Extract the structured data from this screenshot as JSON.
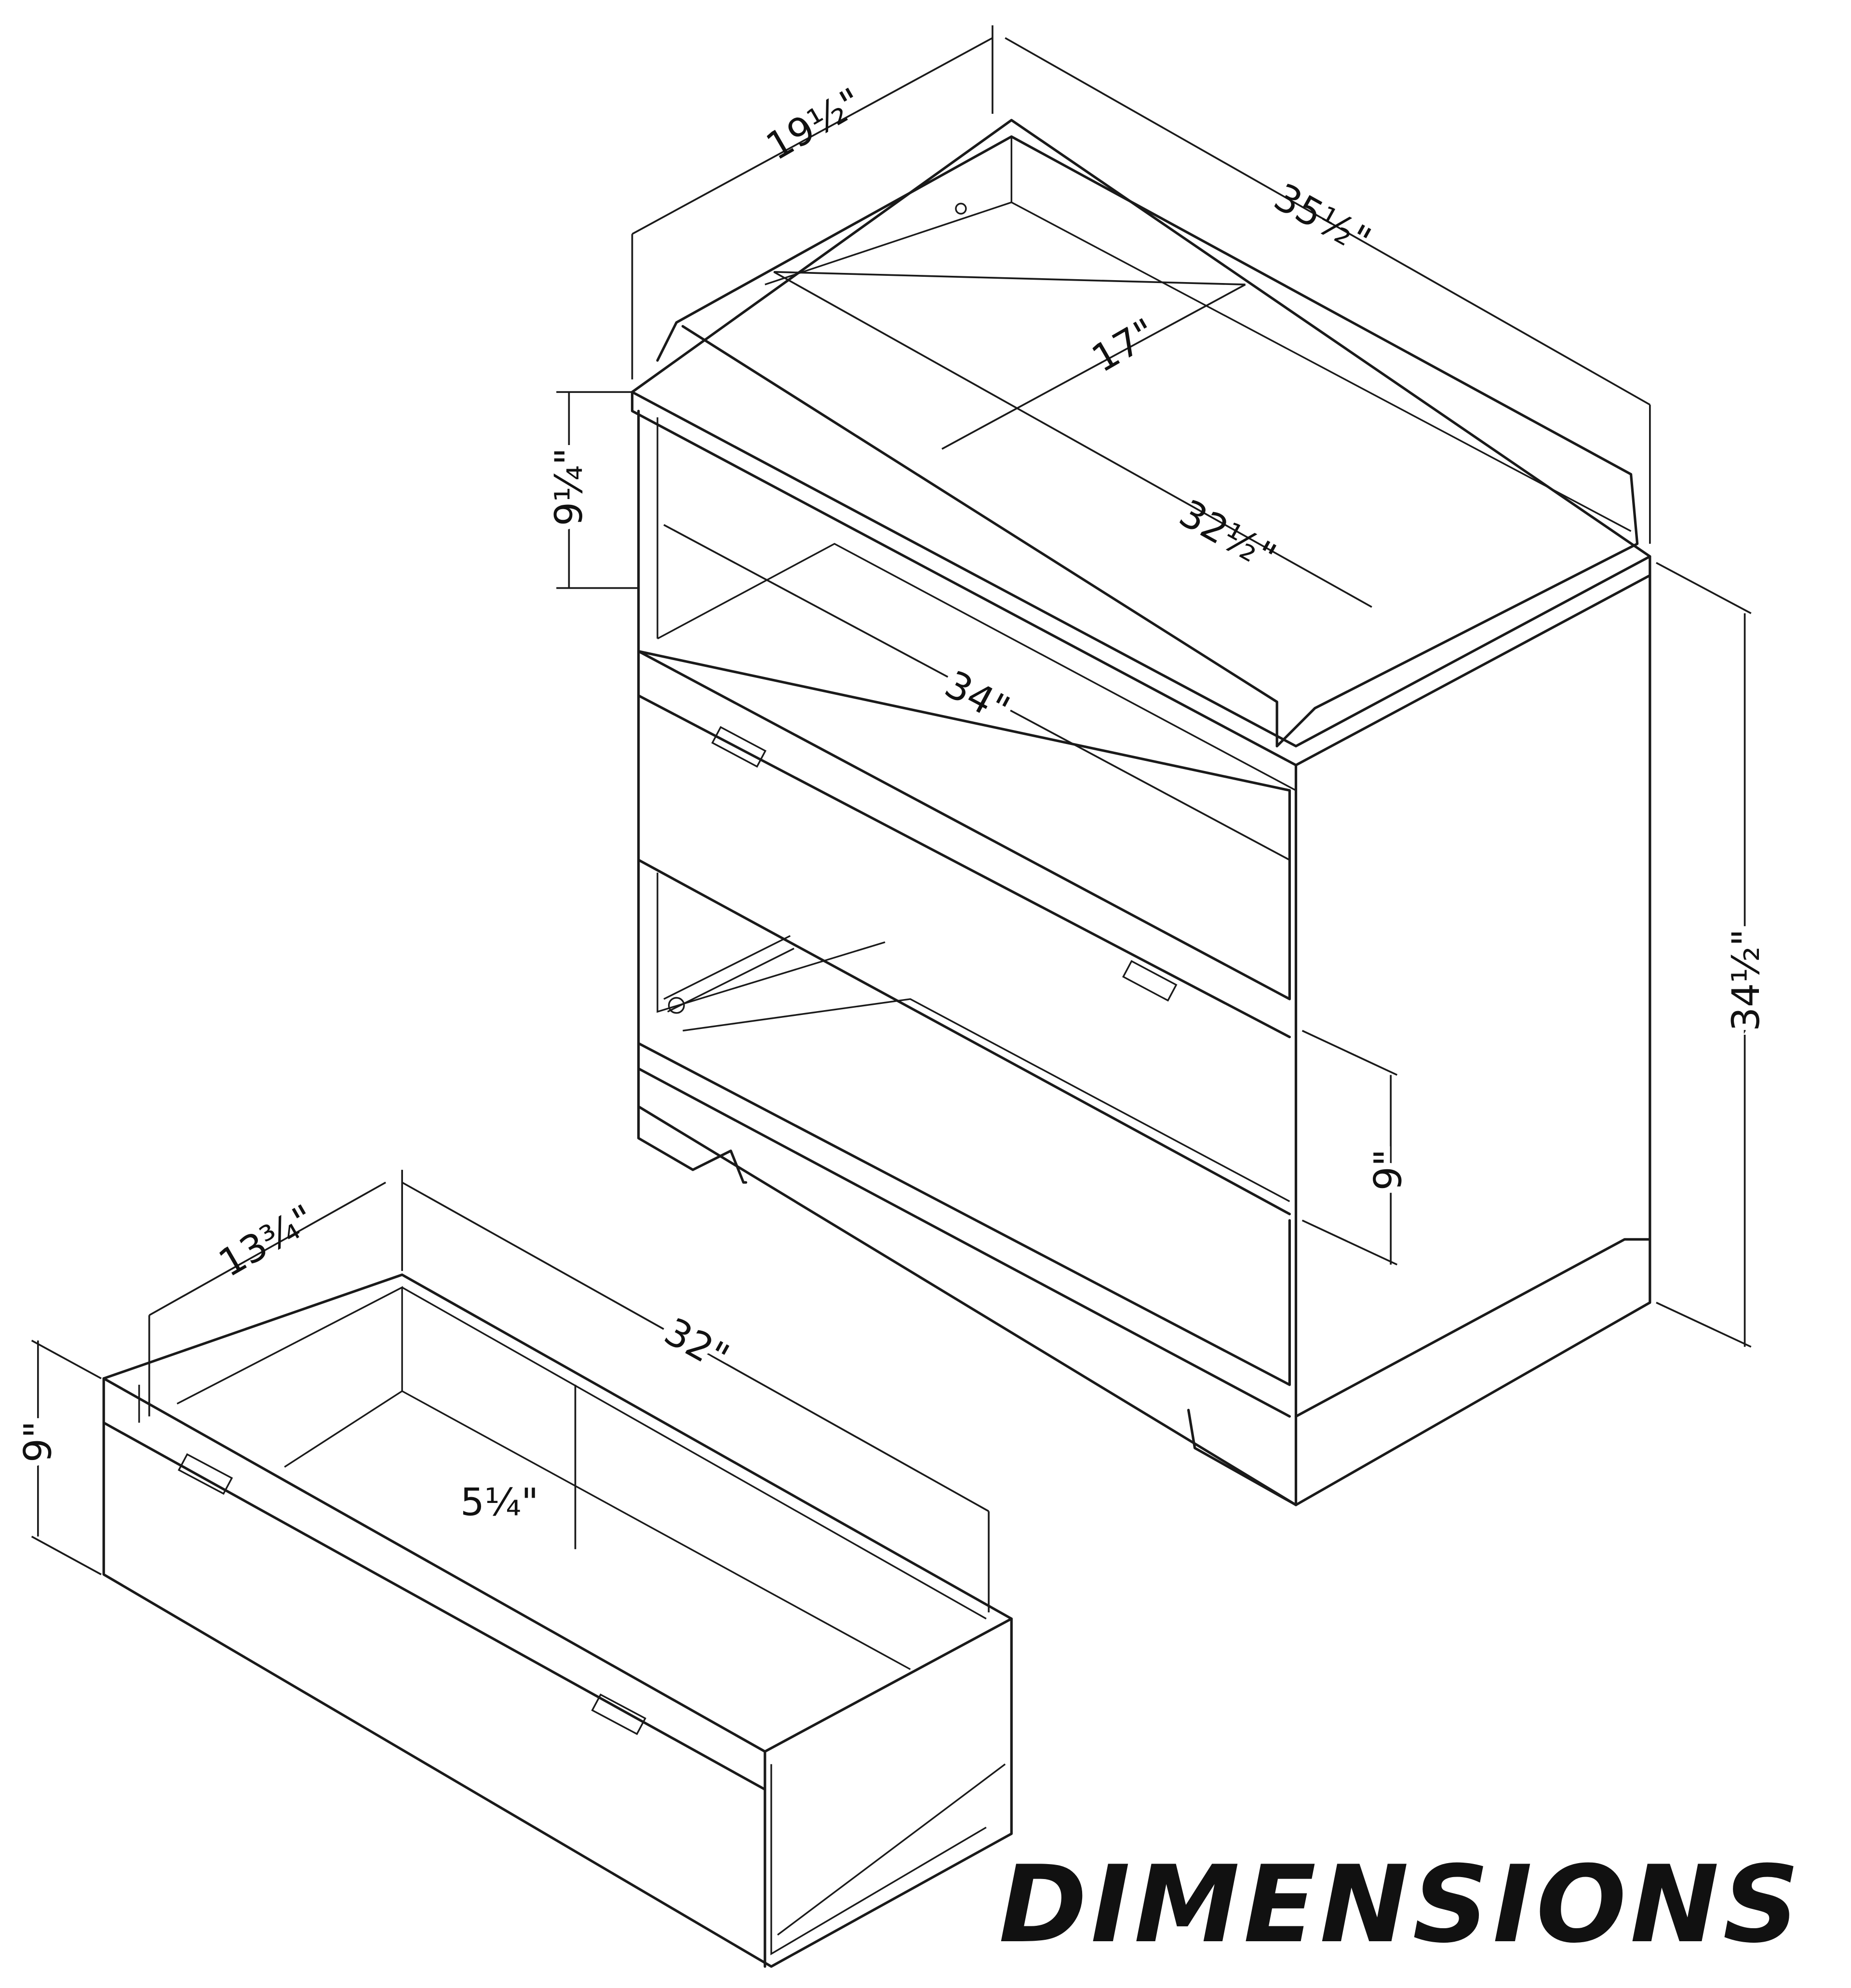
{
  "dimensions": {
    "depth": "19½\"",
    "width": "35½\"",
    "changing_tray_depth": "17\"",
    "changing_tray_width": "32½\"",
    "open_shelf_height": "9¼\"",
    "interior_width": "34\"",
    "height": "34½\"",
    "drawer_front_height": "9\"",
    "drawer_depth": "13¾\"",
    "drawer_width": "32\"",
    "drawer_interior_height": "5¼\"",
    "drawer_height": "9\""
  },
  "title": "DIMENSIONS"
}
